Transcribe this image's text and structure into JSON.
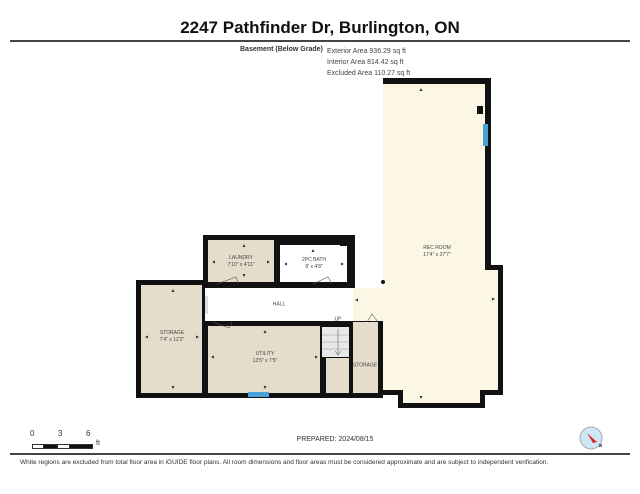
{
  "header": {
    "title": "2247 Pathfinder Dr, Burlington, ON",
    "level_label": "Basement (Below Grade)",
    "exterior_area": "Exterior Area 936.29 sq ft",
    "interior_area": "Interior Area 814.42 sq ft",
    "excluded_area": "Excluded Area 110.27 sq ft"
  },
  "rooms": [
    {
      "name": "REC ROOM",
      "dims": "17'4\" x 37'7\""
    },
    {
      "name": "LAUNDRY",
      "dims": "7'10\" x 4'11\""
    },
    {
      "name": "2PC BATH",
      "dims": "8' x 4'8\""
    },
    {
      "name": "HALL",
      "dims": ""
    },
    {
      "name": "STORAGE",
      "dims": "7'4\" x 12'2\""
    },
    {
      "name": "UTILITY",
      "dims": "13'5\" x 7'5\""
    },
    {
      "name": "STORAGE",
      "dims": ""
    }
  ],
  "stairs_label": "UP",
  "colors": {
    "wall": "#111111",
    "rec_room_fill": "#fcf7e4",
    "room_fill": "#e5dccb",
    "excluded_fill": "#ffffff",
    "window": "#4aa3d8",
    "stairs_fill": "#e8e8e8",
    "compass_red": "#d42a2a",
    "compass_blue": "#cfe6f5"
  },
  "scale": {
    "ticks": [
      "0",
      "3",
      "6"
    ],
    "unit": "ft"
  },
  "footer": {
    "prepared": "PREPARED: 2024/08/15",
    "disclaimer": "White regions are excluded from total floor area in iGUIDE floor plans. All room dimensions and floor areas must be considered approximate and are subject to independent verification."
  }
}
